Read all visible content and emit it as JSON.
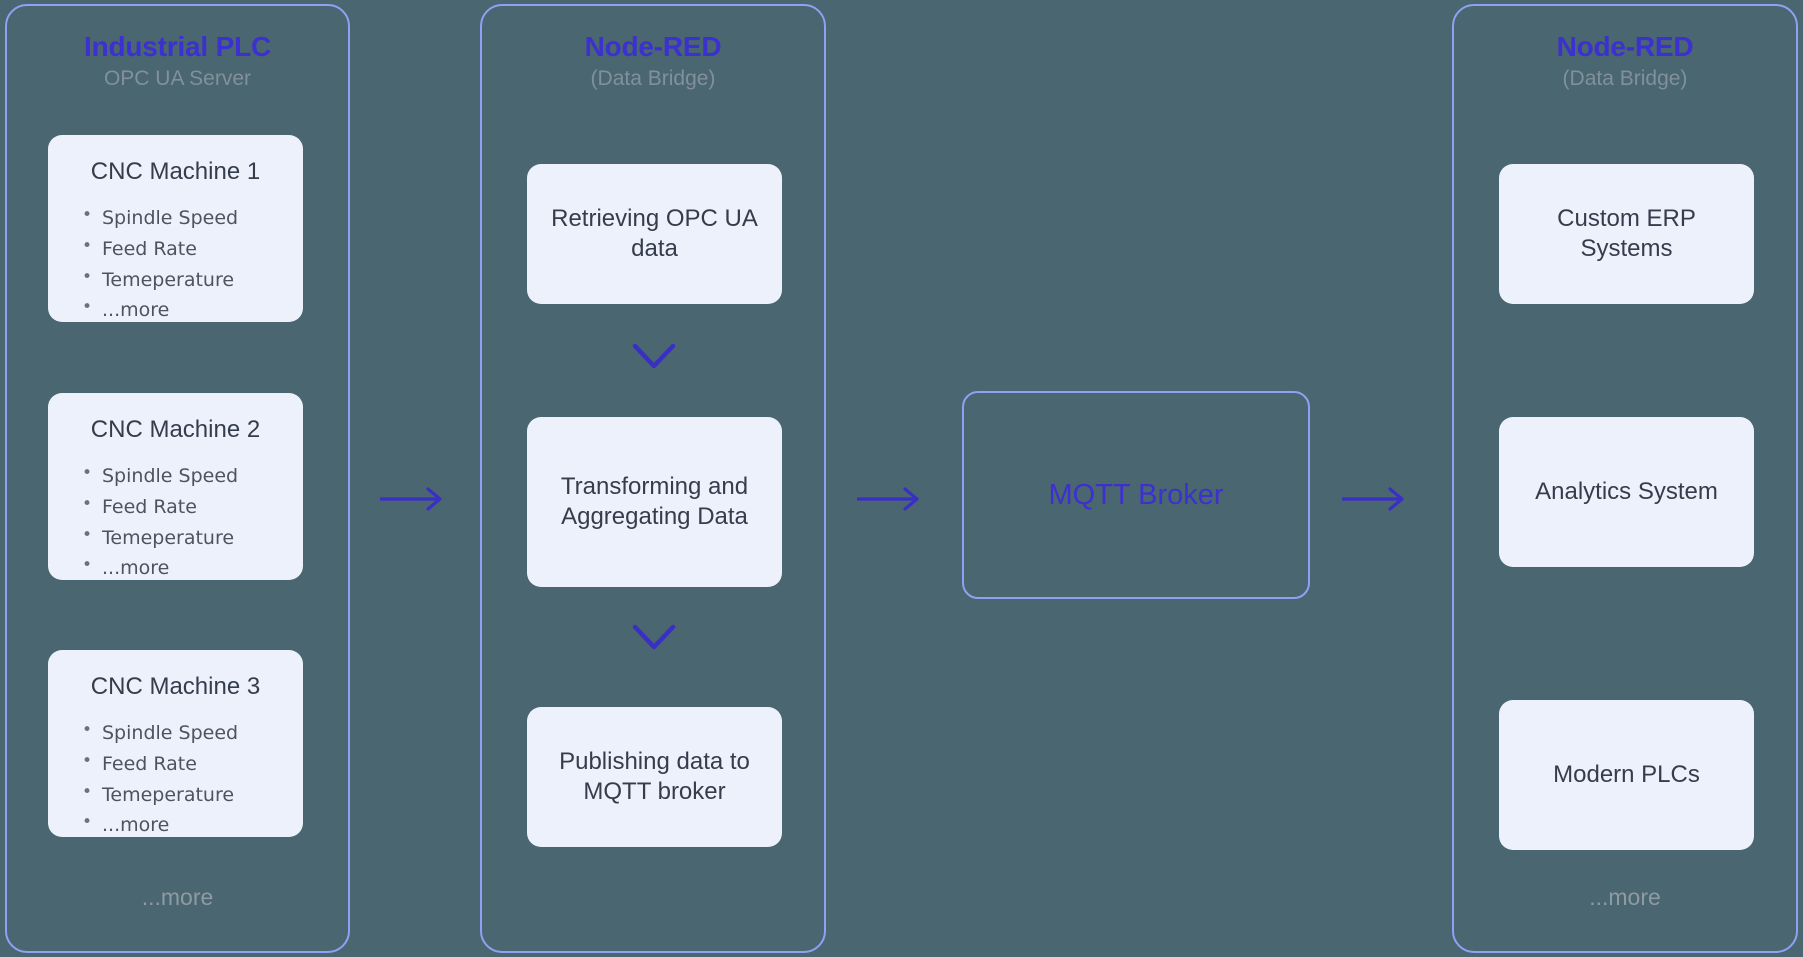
{
  "diagram": {
    "background_color": "#4a6670",
    "accent_color": "#3c30d0",
    "border_color": "#8da2f5",
    "card_color": "#edf1fc",
    "muted_text_color": "#81909a"
  },
  "panels": [
    {
      "id": "industrial-plc",
      "title": "Industrial PLC",
      "subtitle": "OPC UA Server",
      "footer_more": "...more",
      "machines": [
        {
          "name": "CNC Machine 1",
          "metrics": [
            "Spindle Speed",
            "Feed Rate",
            "Temeperature",
            "...more"
          ]
        },
        {
          "name": "CNC Machine 2",
          "metrics": [
            "Spindle Speed",
            "Feed Rate",
            "Temeperature",
            "...more"
          ]
        },
        {
          "name": "CNC Machine 3",
          "metrics": [
            "Spindle Speed",
            "Feed Rate",
            "Temeperature",
            "...more"
          ]
        }
      ]
    },
    {
      "id": "node-red-bridge",
      "title": "Node-RED",
      "subtitle": "(Data Bridge)",
      "steps": [
        {
          "label": "Retrieving OPC UA data"
        },
        {
          "label": "Transforming and Aggregating Data"
        },
        {
          "label": "Publishing data to MQTT broker"
        }
      ]
    },
    {
      "id": "node-red-consumers",
      "title": "Node-RED",
      "subtitle": "(Data Bridge)",
      "footer_more": "...more",
      "consumers": [
        {
          "label": "Custom ERP Systems"
        },
        {
          "label": "Analytics System"
        },
        {
          "label": "Modern PLCs"
        }
      ]
    }
  ],
  "broker": {
    "label": "MQTT Broker"
  },
  "connectors": {
    "arrow_1_name": "arrow-plc-to-bridge",
    "arrow_2_name": "arrow-bridge-to-broker",
    "arrow_3_name": "arrow-broker-to-consumers",
    "chevron_1_name": "chevron-retrieve-to-transform",
    "chevron_2_name": "chevron-transform-to-publish"
  }
}
